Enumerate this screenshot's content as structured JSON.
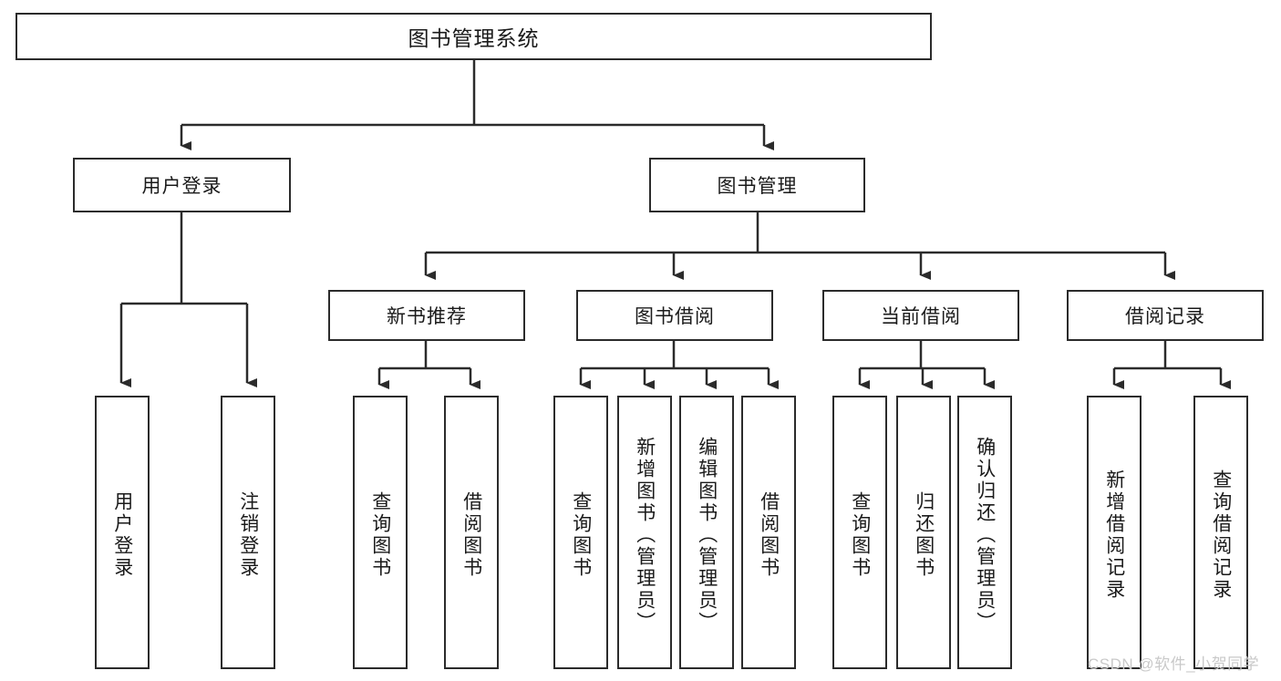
{
  "diagram": {
    "type": "tree-hierarchy",
    "title": "图书管理系统",
    "watermark": "CSDN @软件_小贺同学",
    "colors": {
      "stroke": "#2b2b2b",
      "fill": "#ffffff",
      "text": "#1a1a1a",
      "watermark": "#c9c9c9"
    },
    "nodes": {
      "root": {
        "label": "图书管理系统"
      },
      "level2": [
        {
          "id": "user-login",
          "label": "用户登录"
        },
        {
          "id": "book-management",
          "label": "图书管理"
        }
      ],
      "level3": [
        {
          "id": "new-book-recommend",
          "label": "新书推荐"
        },
        {
          "id": "book-borrow",
          "label": "图书借阅"
        },
        {
          "id": "current-borrow",
          "label": "当前借阅"
        },
        {
          "id": "borrow-record",
          "label": "借阅记录"
        }
      ],
      "leaves": {
        "user-login": [
          {
            "id": "leaf-user-login",
            "label": "用户登录"
          },
          {
            "id": "leaf-logout-login",
            "label": "注销登录"
          }
        ],
        "new-book-recommend": [
          {
            "id": "leaf-query-book-1",
            "label": "查询图书"
          },
          {
            "id": "leaf-borrow-book-1",
            "label": "借阅图书"
          }
        ],
        "book-borrow": [
          {
            "id": "leaf-query-book-2",
            "label": "查询图书"
          },
          {
            "id": "leaf-add-book",
            "label": "新增图书（管理员）"
          },
          {
            "id": "leaf-edit-book",
            "label": "编辑图书（管理员）"
          },
          {
            "id": "leaf-borrow-book-2",
            "label": "借阅图书"
          }
        ],
        "current-borrow": [
          {
            "id": "leaf-query-book-3",
            "label": "查询图书"
          },
          {
            "id": "leaf-return-book",
            "label": "归还图书"
          },
          {
            "id": "leaf-confirm-return",
            "label": "确认归还（管理员）"
          }
        ],
        "borrow-record": [
          {
            "id": "leaf-add-record",
            "label": "新增借阅记录"
          },
          {
            "id": "leaf-query-record",
            "label": "查询借阅记录"
          }
        ]
      }
    }
  }
}
